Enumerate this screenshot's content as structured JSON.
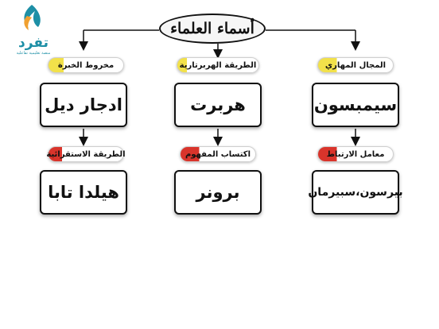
{
  "logo": {
    "name": "تفرد",
    "tagline": "منصة تعليمية تفاعلية"
  },
  "root": {
    "label": "أسماء العلماء"
  },
  "columns": [
    {
      "tag1": "المجال المهاري",
      "box1": "سيمبسون",
      "tag2": "معامل الارتباط",
      "box2": "بيرسون،سبيرمان"
    },
    {
      "tag1": "الطريقة الهربرتارية",
      "box1": "هربرت",
      "tag2": "اكتساب المفهوم",
      "box2": "برونر"
    },
    {
      "tag1": "مخروط الخبرة",
      "box1": "ادجار ديل",
      "tag2": "الطريقة الاستقرائية",
      "box2": "هيلدا تابا"
    }
  ],
  "colors": {
    "tag_yellow_accent": "#f2e14a",
    "tag_red_accent": "#d9342b",
    "logo_teal": "#1d8fa6",
    "logo_orange": "#f0a030"
  }
}
